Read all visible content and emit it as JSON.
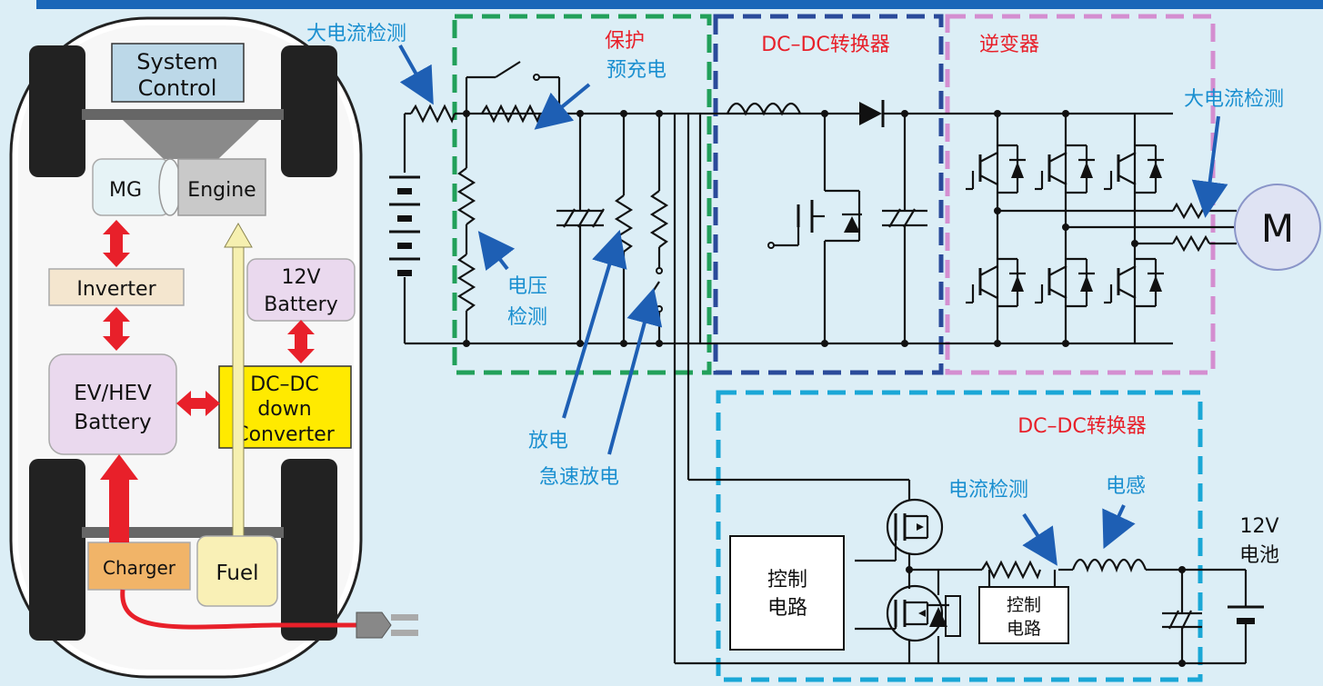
{
  "vehicle": {
    "system_control": [
      "System",
      "Control"
    ],
    "mg": "MG",
    "engine": "Engine",
    "inverter": "Inverter",
    "battery_12v": [
      "12V",
      "Battery"
    ],
    "ev_battery": [
      "EV/HEV",
      "Battery"
    ],
    "dcdc_down": [
      "DC–DC",
      "down",
      "Converter"
    ],
    "charger": "Charger",
    "fuel": "Fuel"
  },
  "circuit": {
    "high_current_detect_left": "大电流检测",
    "protect": "保护",
    "precharge": "预充电",
    "dcdc_top": "DC–DC转换器",
    "inverter": "逆变器",
    "high_current_detect_right": "大电流检测",
    "motor": "M",
    "voltage_detect": [
      "电压",
      "检测"
    ],
    "discharge": "放电",
    "fast_discharge": "急速放电",
    "dcdc_bottom": "DC–DC转换器",
    "current_detect": "电流检测",
    "inductor": "电感",
    "battery_12v": [
      "12V",
      "电池"
    ],
    "control_circuit_large": [
      "控制",
      "电路"
    ],
    "control_circuit_small": [
      "控制",
      "电路"
    ]
  },
  "colors": {
    "label_blue": "#1a8fd0",
    "label_red": "#e8202a",
    "box_green": "#22a05a",
    "box_navy": "#2a4a9a",
    "box_pink": "#d48ed0",
    "box_cyan": "#1aa7d6",
    "arrow_blue": "#1e5fb4",
    "arrow_red": "#e8202a"
  }
}
